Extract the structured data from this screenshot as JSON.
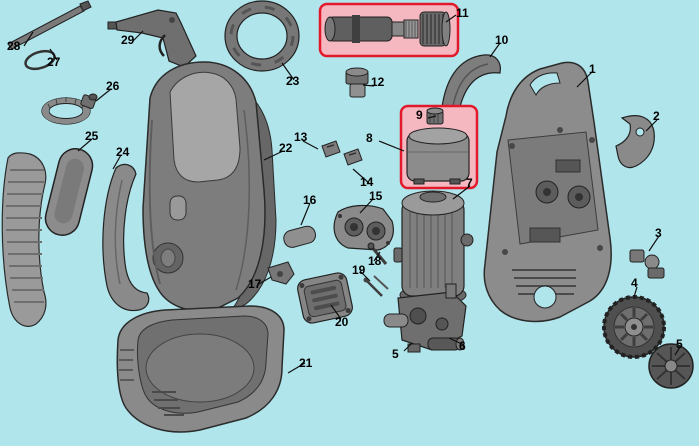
{
  "diagram": {
    "type": "exploded-parts-diagram",
    "background_color": "#b0e5ec",
    "highlight_fill": "#f5b8c1",
    "highlight_border": "#e2182b",
    "highlighted_parts": [
      "11",
      "9",
      "8"
    ],
    "labels": {
      "p1": "1",
      "p2": "2",
      "p3": "3",
      "p4": "4",
      "p5": "5",
      "p5b": "5",
      "p6": "6",
      "p7": "7",
      "p8": "8",
      "p9": "9",
      "p10": "10",
      "p11": "11",
      "p12": "12",
      "p13": "13",
      "p14": "14",
      "p15": "15",
      "p16": "16",
      "p17": "17",
      "p18": "18",
      "p19": "19",
      "p20": "20",
      "p21": "21",
      "p22": "22",
      "p23": "23",
      "p24": "24",
      "p25": "25",
      "p26": "26",
      "p27": "27",
      "p28": "28",
      "p29": "29"
    }
  }
}
